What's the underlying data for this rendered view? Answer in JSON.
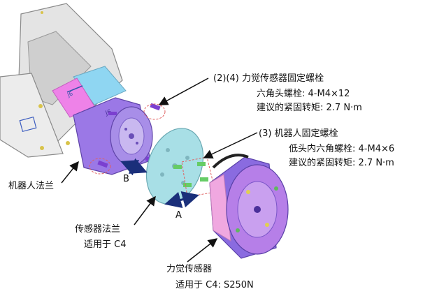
{
  "labels": {
    "callout_24_title": "(2)(4) 力觉传感器固定螺栓",
    "callout_24_bolt": "六角头螺栓: 4-M4×12",
    "callout_24_torque": "建议的紧固转矩: 2.7 N·m",
    "callout_3_title": "(3) 机器人固定螺栓",
    "callout_3_bolt": "低头内六角螺栓: 4-M4×6",
    "callout_3_torque": "建议的紧固转矩: 2.7 N·m",
    "robot_flange": "机器人法兰",
    "sensor_flange": "传感器法兰",
    "sensor_flange_for": "适用于 C4",
    "force_sensor": "力觉传感器",
    "force_sensor_for": "适用于 C4: S250N",
    "arrow_a": "A",
    "arrow_b": "B",
    "ring_text_blue": "J6",
    "ring_text_purple": "J6"
  },
  "colors": {
    "robot_arm": "#e6e6e6",
    "ring_blue": "#8fd6f2",
    "ring_pink": "#ee82e8",
    "flange_purple": "#9b78e6",
    "sensor_plate": "#a8dfe6",
    "sensor_body": "#8a6be0",
    "screw_violet": "#7b3fd0",
    "screw_green": "#66cc66",
    "arrow_navy": "#1a2f7a",
    "dashed_red": "#e06060"
  }
}
